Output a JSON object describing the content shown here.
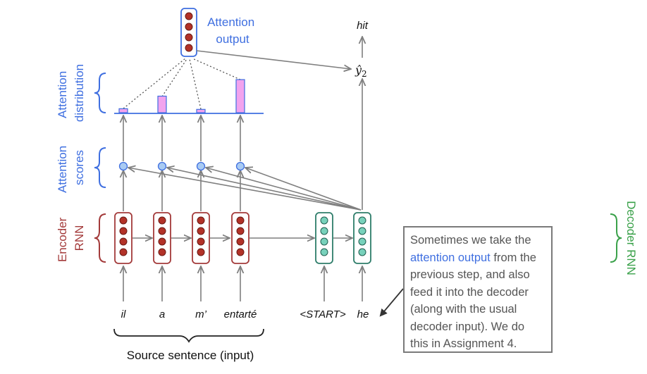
{
  "labels": {
    "attention_output": [
      "Attention",
      "output"
    ],
    "attention_distribution": [
      "Attention",
      "distribution"
    ],
    "attention_scores": [
      "Attention",
      "scores"
    ],
    "encoder_rnn": [
      "Encoder",
      "RNN"
    ],
    "decoder_rnn": "Decoder RNN",
    "source_sentence": "Source sentence (input)",
    "y_hat": "ŷ",
    "y_sub": "2",
    "hit": "hit"
  },
  "source_words": [
    "il",
    "a",
    "m’",
    "entarté"
  ],
  "decoder_words": [
    "<START>",
    "he"
  ],
  "attention_distribution": [
    0.12,
    0.5,
    0.1,
    1.0
  ],
  "note": {
    "part1": "Sometimes we take the",
    "highlight": "attention output",
    "part2": "from the previous step, and also feed it into the decoder (along with the usual decoder input). We do this in Assignment 4."
  },
  "colors": {
    "blue": "#3f6fe0",
    "encoder": "#a33a3a",
    "decoder": "#2e7d6a",
    "decoder_label": "#3aa14a",
    "bar": "#f2a3ee",
    "score_dot": "#a9cbf3",
    "arrow": "#7f7f7f"
  }
}
